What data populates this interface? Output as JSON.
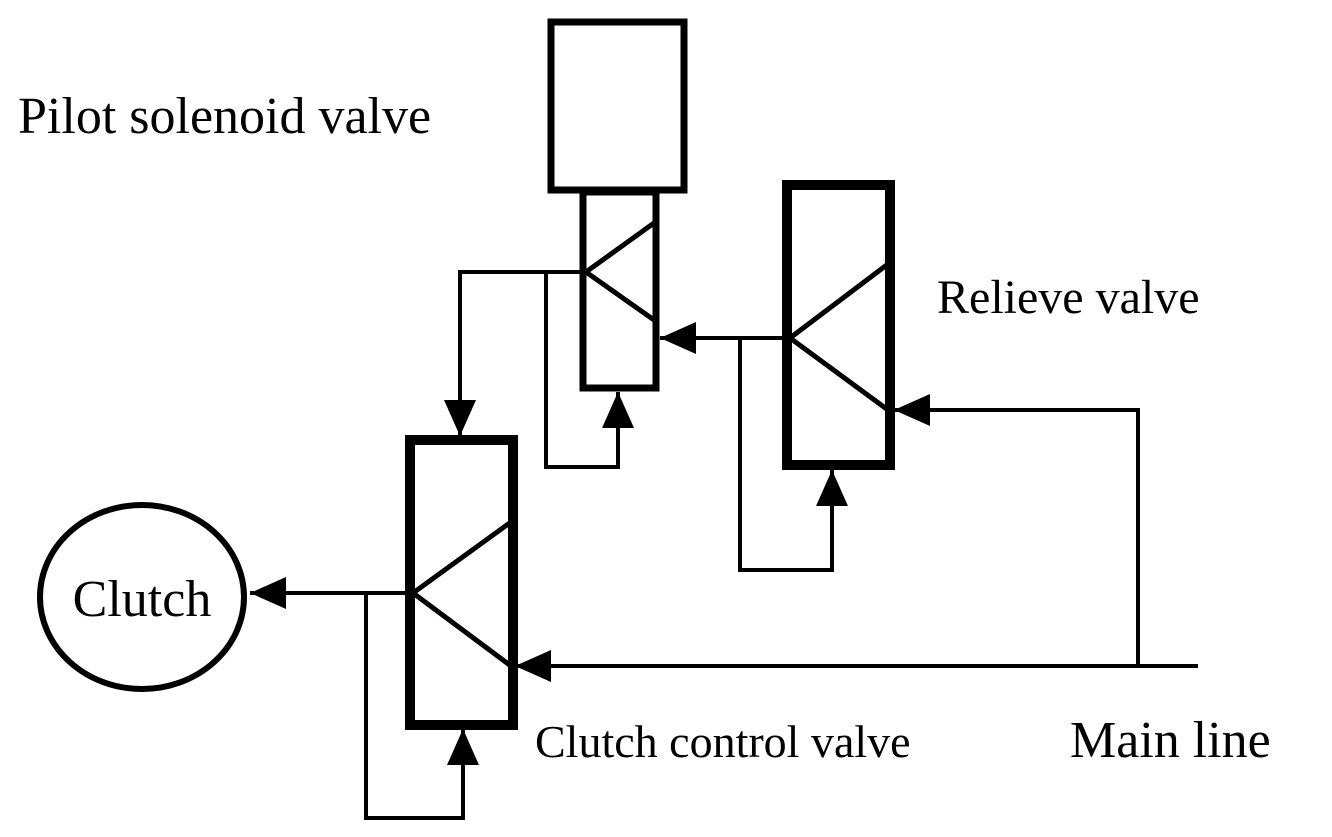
{
  "diagram": {
    "labels": {
      "pilot": "Pilot solenoid valve",
      "relieve": "Relieve valve",
      "clutch_control": "Clutch control valve",
      "main_line": "Main line",
      "clutch": "Clutch"
    },
    "colors": {
      "stroke": "#000000",
      "background": "#ffffff"
    }
  }
}
